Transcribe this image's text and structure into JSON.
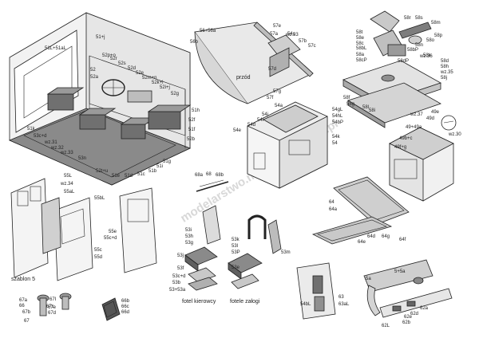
{
  "watermark": "modelarstwo.modeludus.com.pl",
  "captions": {
    "fotel_kierowcy": "fotel kierowcy",
    "fotele_zalogi": "fotele załogi",
    "przod": "przód",
    "szablon": "szablon 5"
  },
  "labels": {
    "cab": [
      "51+j",
      "51L+51aL",
      "52p+o",
      "52s",
      "52",
      "52r",
      "52d",
      "52a",
      "52e",
      "52m+n",
      "52k+l",
      "52i+j",
      "52g",
      "51h",
      "52f",
      "51f",
      "52b",
      "51k",
      "53c+d",
      "wz.31",
      "wz.32",
      "wz.33",
      "53n",
      "52t+u",
      "51e",
      "51d",
      "51c",
      "51b",
      "51i",
      "51g"
    ],
    "floor": [
      "56+56a",
      "56b",
      "57e",
      "wz.33",
      "57b",
      "57c",
      "57a",
      "57d",
      "57g",
      "57f"
    ],
    "box": [
      "54a",
      "54gL",
      "54hL",
      "54j",
      "54i",
      "54d",
      "54e",
      "54bP",
      "54k",
      "54",
      "54c",
      "wz.33"
    ],
    "hood": [
      "58d",
      "58r",
      "58s",
      "58p",
      "58t",
      "58o",
      "58bL",
      "58cP",
      "58e",
      "58n",
      "58bP",
      "58dP",
      "58a",
      "58c",
      "58f",
      "58g",
      "58h",
      "58i",
      "58j",
      "58l",
      "58k",
      "wz.35",
      "wz.36",
      "wz.37",
      "58m"
    ],
    "cabinet": [
      "49e",
      "49d",
      "49+49a",
      "49b+c",
      "49f+g",
      "wz.30"
    ],
    "doors": [
      "55L",
      "wz.34",
      "55aL",
      "55bL",
      "55e",
      "55c+d",
      "55c",
      "55d"
    ],
    "grille": [
      "64",
      "64a",
      "64d",
      "64e",
      "64g",
      "64f"
    ],
    "wiper": [
      "68a",
      "68",
      "68b"
    ],
    "seat_driver": [
      "53i",
      "53h",
      "53g",
      "53j",
      "53f",
      "53c+d",
      "53b",
      "53+53a"
    ],
    "seat_crew": [
      "53k",
      "53l",
      "53P",
      "53m",
      "53e"
    ],
    "steps": [
      "54bL",
      "63",
      "63aL"
    ],
    "horn": [
      "5+5a",
      "5a",
      "62L",
      "62b",
      "62e",
      "62d",
      "62a"
    ],
    "small": [
      "67a",
      "67I",
      "67e",
      "67b",
      "67c",
      "67d",
      "67",
      "66",
      "66b",
      "66c",
      "66d"
    ]
  }
}
